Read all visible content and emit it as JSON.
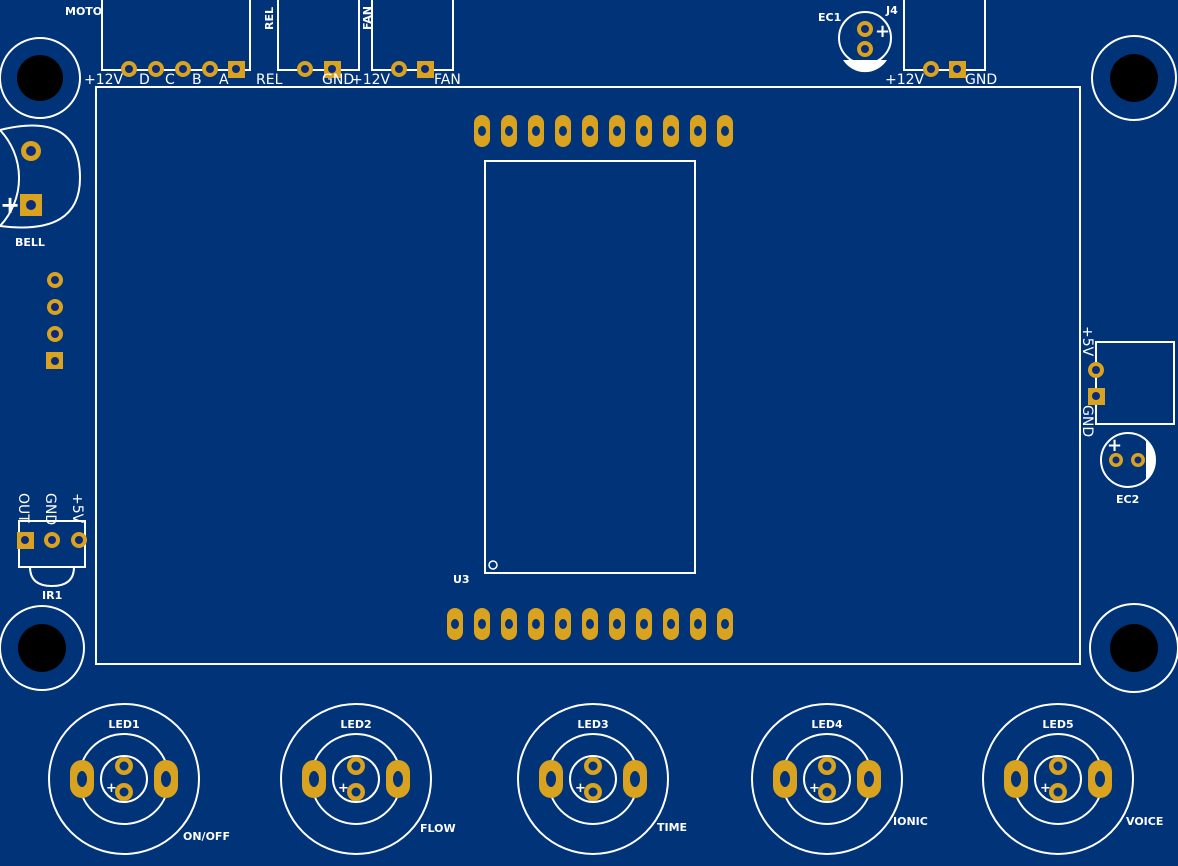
{
  "board": {
    "board_color": "#003377",
    "copper_color": "#d9a21f",
    "silk_color": "#ffffff"
  },
  "header_moto": {
    "ref": "MOTO",
    "pins": [
      "+12V",
      "D",
      "C",
      "B",
      "A"
    ]
  },
  "header_rel": {
    "ref": "REL",
    "pins": [
      "REL",
      "GND"
    ]
  },
  "header_fan": {
    "ref": "FAN",
    "pins": [
      "+12V",
      "FAN"
    ]
  },
  "cap_ec1": {
    "ref": "EC1",
    "polarity": "+"
  },
  "header_j4": {
    "ref": "J4",
    "pins": [
      "+12V",
      "GND"
    ]
  },
  "bell": {
    "ref": "BELL",
    "polarity": "+"
  },
  "power_in": {
    "pins": [
      "+5V",
      "GND"
    ]
  },
  "cap_ec2": {
    "ref": "EC2",
    "polarity": "+"
  },
  "ir_receiver": {
    "ref": "IR1",
    "pins": [
      "OUT",
      "GND",
      "+5V"
    ]
  },
  "display": {
    "ref": "U3"
  },
  "leds": [
    {
      "ref": "LED1",
      "label": "ON/OFF",
      "polarity": "+"
    },
    {
      "ref": "LED2",
      "label": "FLOW",
      "polarity": "+"
    },
    {
      "ref": "LED3",
      "label": "TIME",
      "polarity": "+"
    },
    {
      "ref": "LED4",
      "label": "IONIC",
      "polarity": "+"
    },
    {
      "ref": "LED5",
      "label": "VOICE",
      "polarity": "+"
    }
  ]
}
